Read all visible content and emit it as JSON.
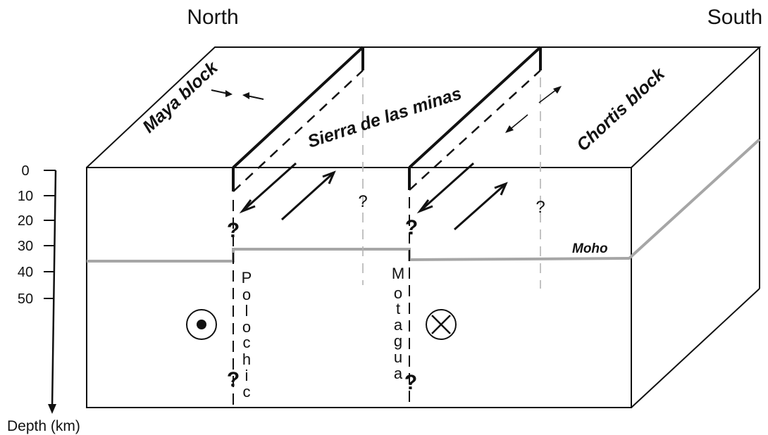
{
  "orientation": {
    "left": "North",
    "right": "South"
  },
  "blocks": {
    "maya": "Maya block",
    "sierra": "Sierra de las minas",
    "chortis": "Chortis block"
  },
  "moho_label": "Moho",
  "depth_axis": {
    "label": "Depth (km)",
    "ticks": [
      "0",
      "10",
      "20",
      "30",
      "40",
      "50"
    ]
  },
  "faults": {
    "polochic": [
      "P",
      "o",
      "l",
      "o",
      "c",
      "h",
      "i",
      "c"
    ],
    "motagua": [
      "M",
      "o",
      "t",
      "a",
      "g",
      "u",
      "a"
    ]
  },
  "uncertainty_marks": [
    "?",
    "?",
    "?",
    "?",
    "?",
    "?"
  ],
  "colors": {
    "line": "#111111",
    "moho": "#a6a6a6",
    "dashed_light": "#b3b3b3"
  }
}
